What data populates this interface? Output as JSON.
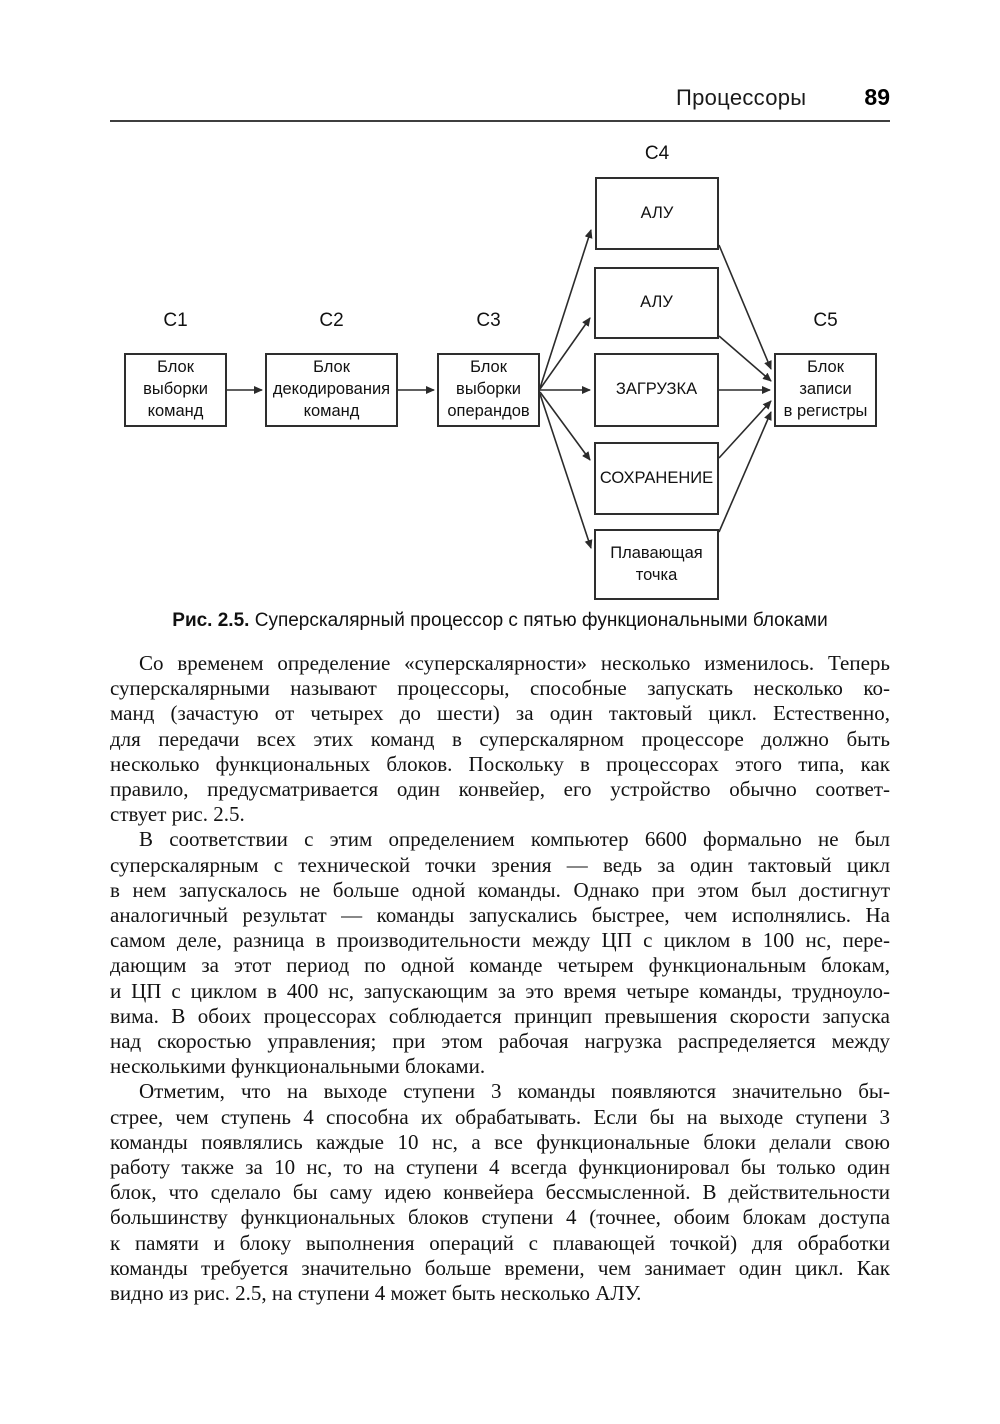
{
  "header": {
    "title": "Процессоры",
    "page_number": "89"
  },
  "figure": {
    "stages": [
      "C1",
      "C2",
      "C3",
      "C4",
      "C5"
    ],
    "boxes": {
      "fetch": "Блок\nвыборки\nкоманд",
      "decode": "Блок\nдекодирования\nкоманд",
      "operand": "Блок\nвыборки\nоперандов",
      "alu1": "АЛУ",
      "alu2": "АЛУ",
      "load": "ЗАГРУЗКА",
      "store": "СОХРАНЕНИЕ",
      "fp": "Плавающая\nточка",
      "writeback": "Блок\nзаписи\nв регистры"
    },
    "caption": {
      "label": "Рис. 2.5.",
      "text": "Суперскалярный процессор с пятью функциональными блоками"
    }
  },
  "body": {
    "paragraphs": [
      {
        "lines": [
          "Со временем определение «суперскалярности» несколько изменилось. Теперь",
          "суперскалярными называют процессоры, способные запускать несколько ко-",
          "манд (зачастую от четырех до шести) за один тактовый цикл. Естественно,",
          "для передачи всех этих команд в суперскалярном процессоре должно быть",
          "несколько функциональных блоков. Поскольку в процессорах этого типа, как",
          "правило, предусматривается один конвейер, его устройство обычно соответ-",
          "ствует рис. 2.5."
        ]
      },
      {
        "lines": [
          "В соответствии с этим определением компьютер 6600 формально не был",
          "суперскалярным с технической точки зрения — ведь за один тактовый цикл",
          "в нем запускалось не больше одной команды. Однако при этом был достигнут",
          "аналогичный результат — команды запускались быстрее, чем исполнялись. На",
          "самом деле, разница в производительности между ЦП с циклом в 100 нс, пере-",
          "дающим за этот период по одной команде четырем функциональным блокам,",
          "и ЦП с циклом в 400 нс, запускающим за это время четыре команды, трудноуло-",
          "вима. В обоих процессорах соблюдается принцип превышения скорости запуска",
          "над скоростью управления; при этом рабочая нагрузка распределяется между",
          "несколькими функциональными блоками."
        ]
      },
      {
        "lines": [
          "Отметим, что на выходе ступени 3 команды появляются значительно бы-",
          "стрее, чем ступень 4 способна их обрабатывать. Если бы на выходе ступени 3",
          "команды появлялись каждые 10 нс, а все функциональные блоки делали свою",
          "работу также за 10 нс, то на ступени 4 всегда функционировал бы только один",
          "блок, что сделало бы саму идею конвейера бессмысленной. В действительности",
          "большинству функциональных блоков ступени 4 (точнее, обоим блокам доступа",
          "к памяти и блоку выполнения операций с плавающей точкой) для обработки",
          "команды требуется значительно больше времени, чем занимает один цикл. Как",
          "видно из рис. 2.5, на ступени 4 может быть несколько АЛУ."
        ]
      }
    ]
  }
}
